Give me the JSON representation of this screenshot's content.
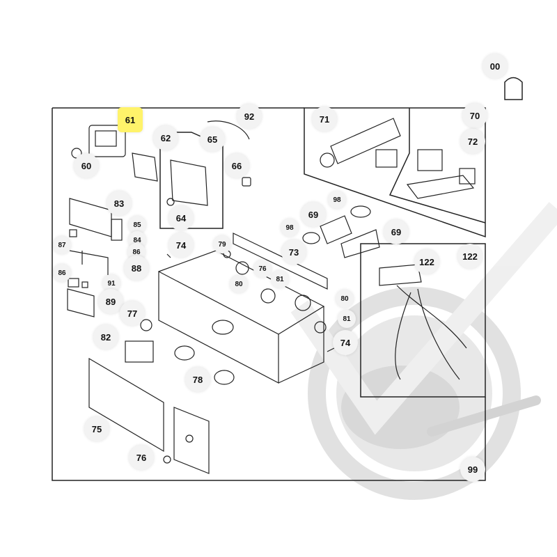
{
  "colors": {
    "highlight": "#fff36a",
    "watermark": "#dcdcdc",
    "lines": "#222222"
  },
  "labels": [
    "00",
    "61",
    "92",
    "70",
    "71",
    "72",
    "60",
    "62",
    "65",
    "66",
    "64",
    "83",
    "85",
    "84",
    "86",
    "87",
    "74",
    "88",
    "86",
    "91",
    "89",
    "98",
    "69",
    "98",
    "69",
    "79",
    "73",
    "76",
    "80",
    "81",
    "122",
    "122",
    "80",
    "81",
    "77",
    "74",
    "82",
    "78",
    "75",
    "76",
    "99"
  ]
}
